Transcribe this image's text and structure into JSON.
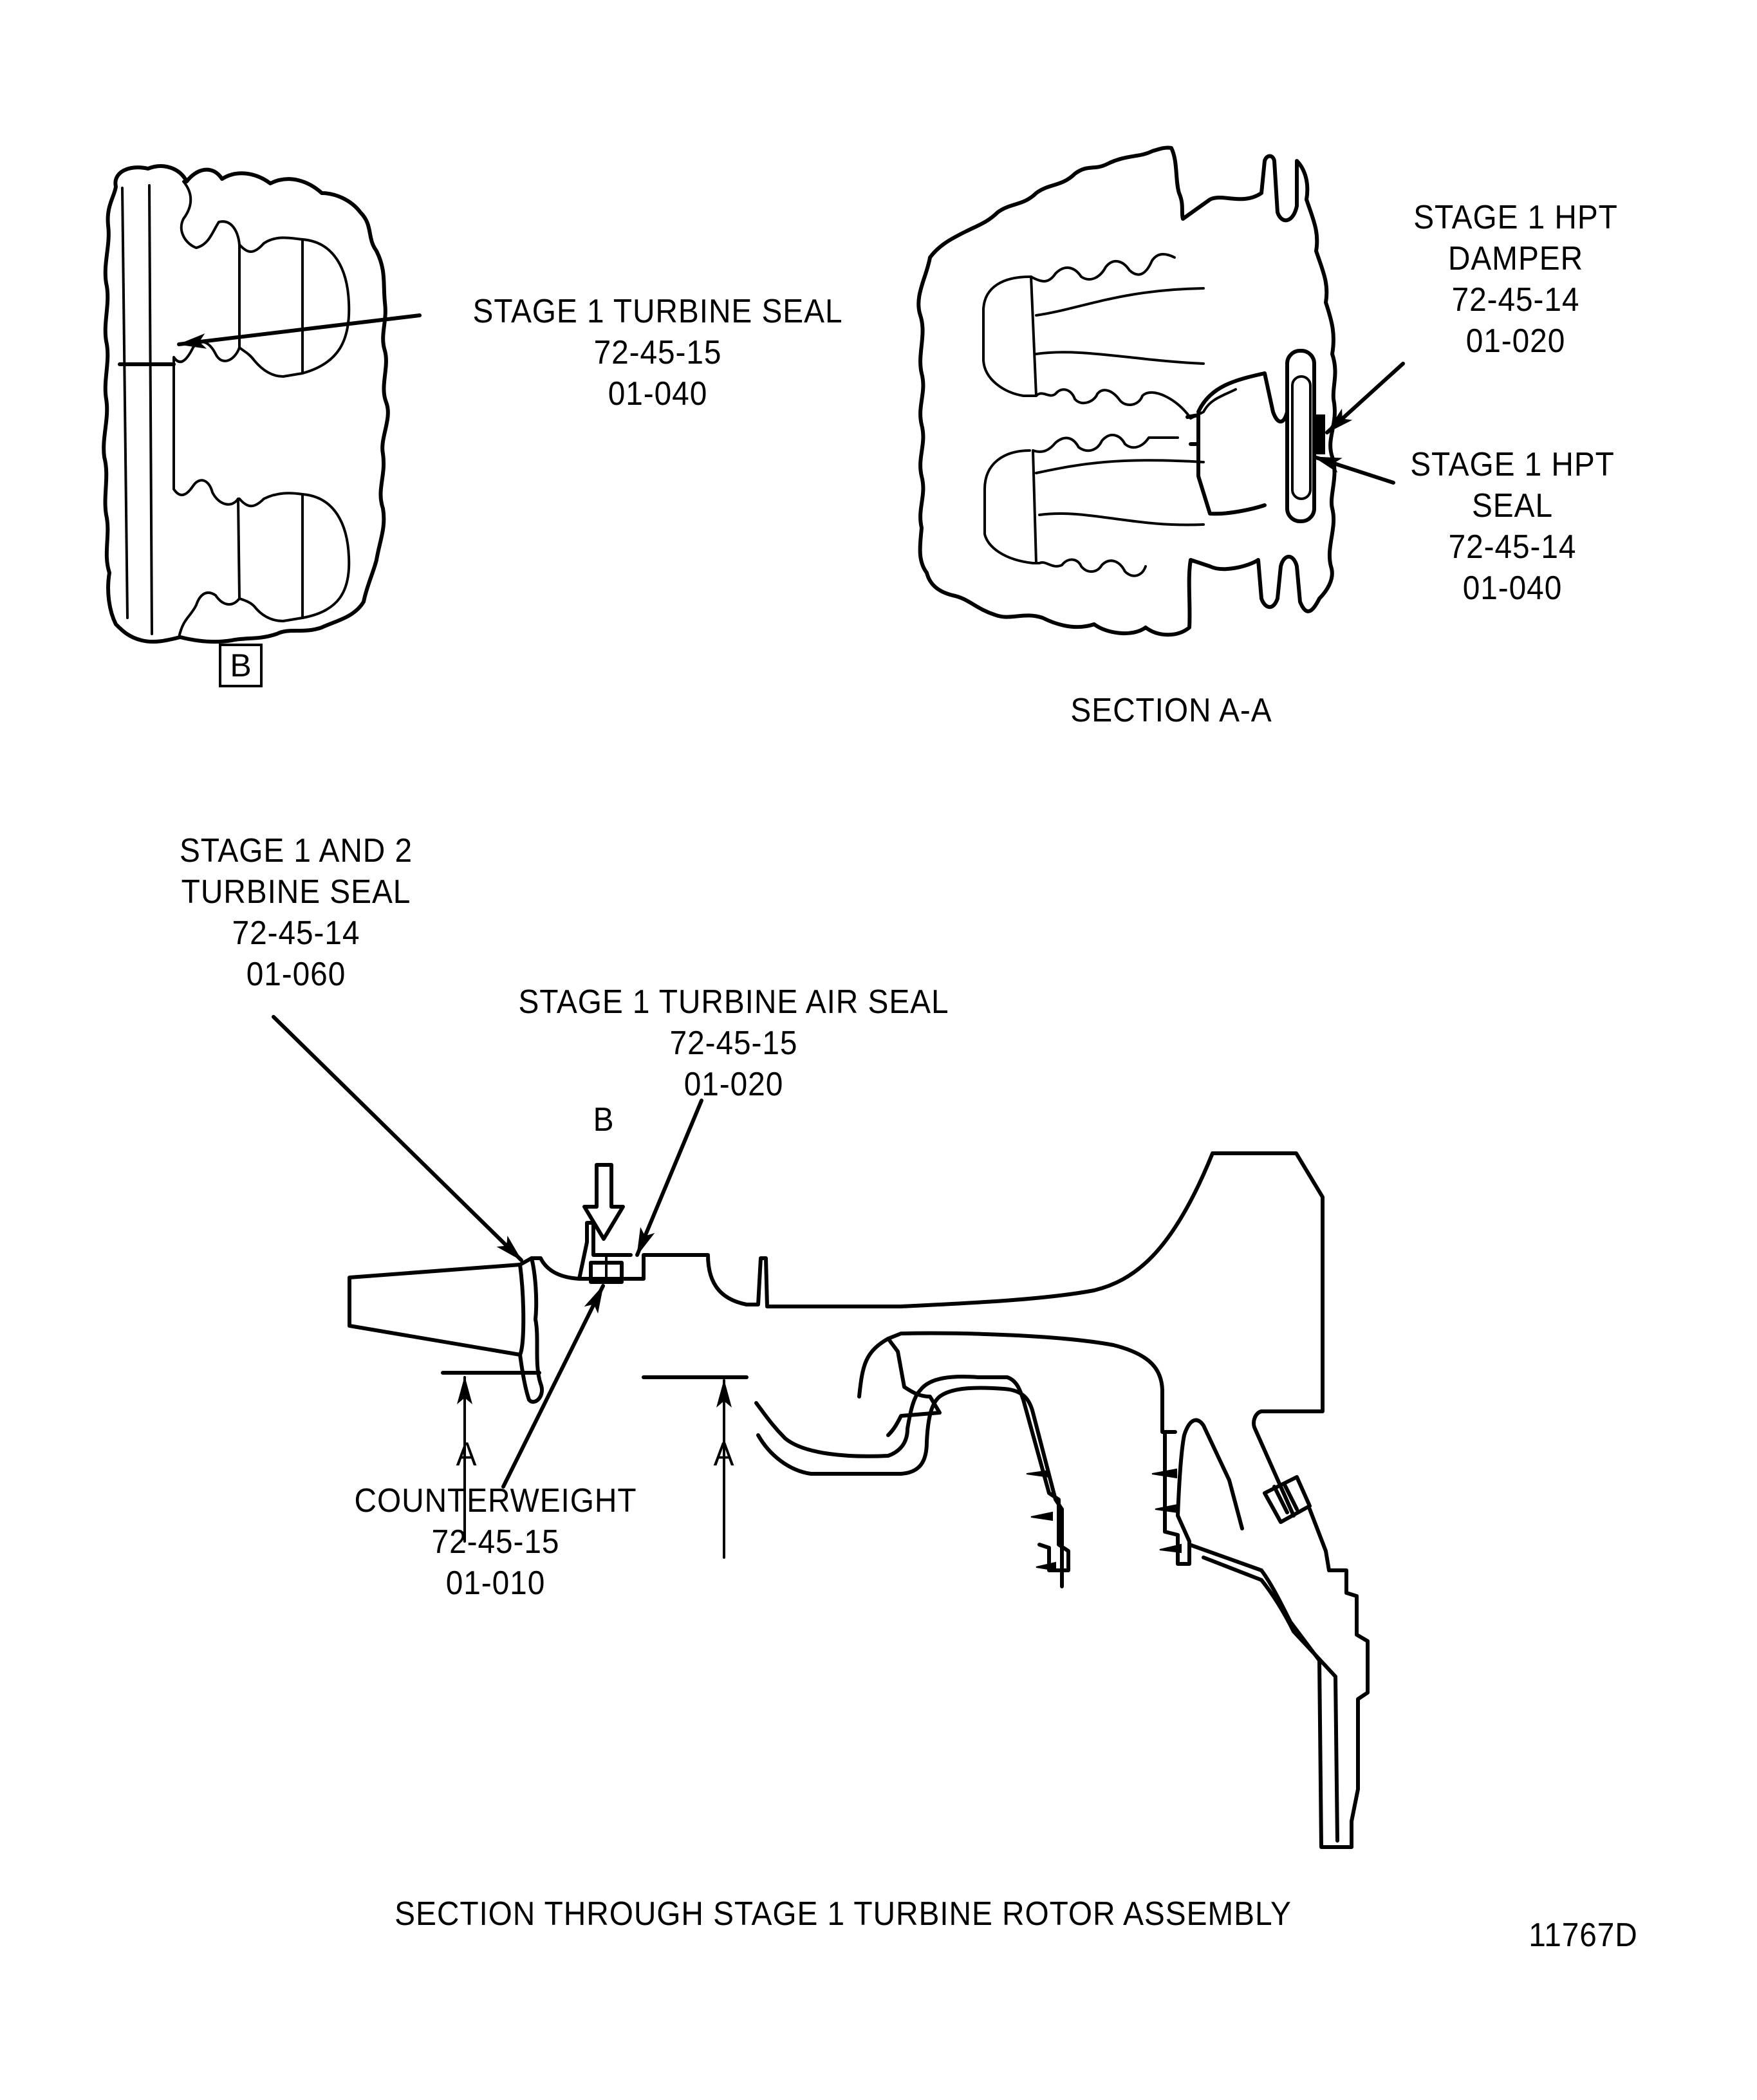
{
  "figure_id": "11767D",
  "view_b": {
    "marker": "B",
    "callouts": [
      {
        "name": "STAGE 1 TURBINE SEAL",
        "ata": "72-45-15",
        "item": "01-040"
      }
    ]
  },
  "section_a_a": {
    "title": "SECTION A-A",
    "callouts": [
      {
        "name_line1": "STAGE 1 HPT",
        "name_line2": "DAMPER",
        "ata": "72-45-14",
        "item": "01-020"
      },
      {
        "name_line1": "STAGE 1 HPT",
        "name_line2": "SEAL",
        "ata": "72-45-14",
        "item": "01-040"
      }
    ]
  },
  "rotor_section": {
    "title": "SECTION THROUGH STAGE 1 TURBINE ROTOR ASSEMBLY",
    "view_arrow_label": "B",
    "section_markers": [
      "A",
      "A"
    ],
    "callouts": [
      {
        "name_line1": "STAGE 1 AND 2",
        "name_line2": "TURBINE SEAL",
        "ata": "72-45-14",
        "item": "01-060"
      },
      {
        "name_line1": "STAGE 1 TURBINE AIR SEAL",
        "ata": "72-45-15",
        "item": "01-020"
      },
      {
        "name_line1": "COUNTERWEIGHT",
        "ata": "72-45-15",
        "item": "01-010"
      }
    ]
  }
}
